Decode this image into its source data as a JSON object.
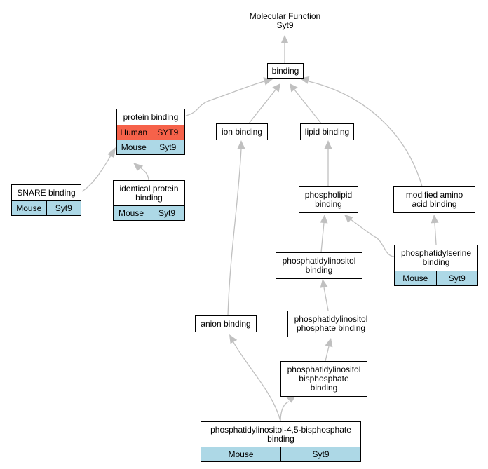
{
  "nodes": {
    "mf_root": {
      "label": "Molecular Function\nSyt9"
    },
    "binding": {
      "label": "binding"
    },
    "protein_binding": {
      "label": "protein binding",
      "rows": [
        {
          "species": "Human",
          "gene": "SYT9",
          "color": "#f6624a"
        },
        {
          "species": "Mouse",
          "gene": "Syt9",
          "color": "#add8e6"
        }
      ]
    },
    "ion_binding": {
      "label": "ion binding"
    },
    "lipid_binding": {
      "label": "lipid binding"
    },
    "snare_binding": {
      "label": "SNARE binding",
      "rows": [
        {
          "species": "Mouse",
          "gene": "Syt9",
          "color": "#add8e6"
        }
      ]
    },
    "identical_protein_binding": {
      "label": "identical protein\nbinding",
      "rows": [
        {
          "species": "Mouse",
          "gene": "Syt9",
          "color": "#add8e6"
        }
      ]
    },
    "phospholipid_binding": {
      "label": "phospholipid\nbinding"
    },
    "modified_amino_acid_binding": {
      "label": "modified amino\nacid binding"
    },
    "phosphatidylserine_binding": {
      "label": "phosphatidylserine\nbinding",
      "rows": [
        {
          "species": "Mouse",
          "gene": "Syt9",
          "color": "#add8e6"
        }
      ]
    },
    "phosphatidylinositol_binding": {
      "label": "phosphatidylinositol\nbinding"
    },
    "anion_binding": {
      "label": "anion binding"
    },
    "pi_phosphate_binding": {
      "label": "phosphatidylinositol\nphosphate binding"
    },
    "pi_bisphosphate_binding": {
      "label": "phosphatidylinositol\nbisphosphate\nbinding"
    },
    "pip2_binding": {
      "label": "phosphatidylinositol-4,5-bisphosphate\nbinding",
      "rows": [
        {
          "species": "Mouse",
          "gene": "Syt9",
          "color": "#add8e6"
        }
      ]
    }
  },
  "edges": [
    {
      "from": "binding",
      "to": "mf_root"
    },
    {
      "from": "protein_binding",
      "to": "binding"
    },
    {
      "from": "ion_binding",
      "to": "binding"
    },
    {
      "from": "lipid_binding",
      "to": "binding"
    },
    {
      "from": "modified_amino_acid_binding",
      "to": "binding"
    },
    {
      "from": "snare_binding",
      "to": "protein_binding"
    },
    {
      "from": "identical_protein_binding",
      "to": "protein_binding"
    },
    {
      "from": "anion_binding",
      "to": "ion_binding"
    },
    {
      "from": "phospholipid_binding",
      "to": "lipid_binding"
    },
    {
      "from": "phosphatidylserine_binding",
      "to": "phospholipid_binding"
    },
    {
      "from": "phosphatidylserine_binding",
      "to": "modified_amino_acid_binding"
    },
    {
      "from": "phosphatidylinositol_binding",
      "to": "phospholipid_binding"
    },
    {
      "from": "pi_phosphate_binding",
      "to": "phosphatidylinositol_binding"
    },
    {
      "from": "pi_bisphosphate_binding",
      "to": "pi_phosphate_binding"
    },
    {
      "from": "pip2_binding",
      "to": "anion_binding"
    },
    {
      "from": "pip2_binding",
      "to": "pi_bisphosphate_binding"
    }
  ],
  "colors": {
    "edge": "#c0c0c0",
    "human": "#f6624a",
    "mouse": "#add8e6",
    "border": "#000000"
  }
}
